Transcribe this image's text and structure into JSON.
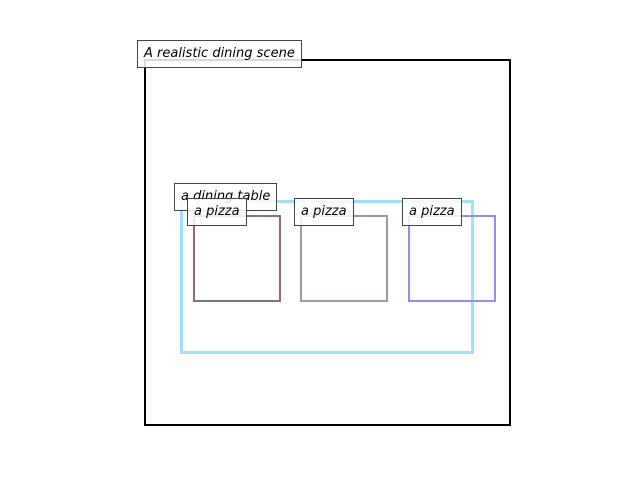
{
  "scene": {
    "label": "A realistic dining scene",
    "color": "#000000"
  },
  "objects": [
    {
      "label": "a dining table",
      "color": "#a0e0fa"
    },
    {
      "label": "a pizza",
      "color": "#8e6a7e"
    },
    {
      "label": "a pizza",
      "color": "#ab9592"
    },
    {
      "label": "a pizza",
      "color": "#8f8cf2"
    }
  ]
}
